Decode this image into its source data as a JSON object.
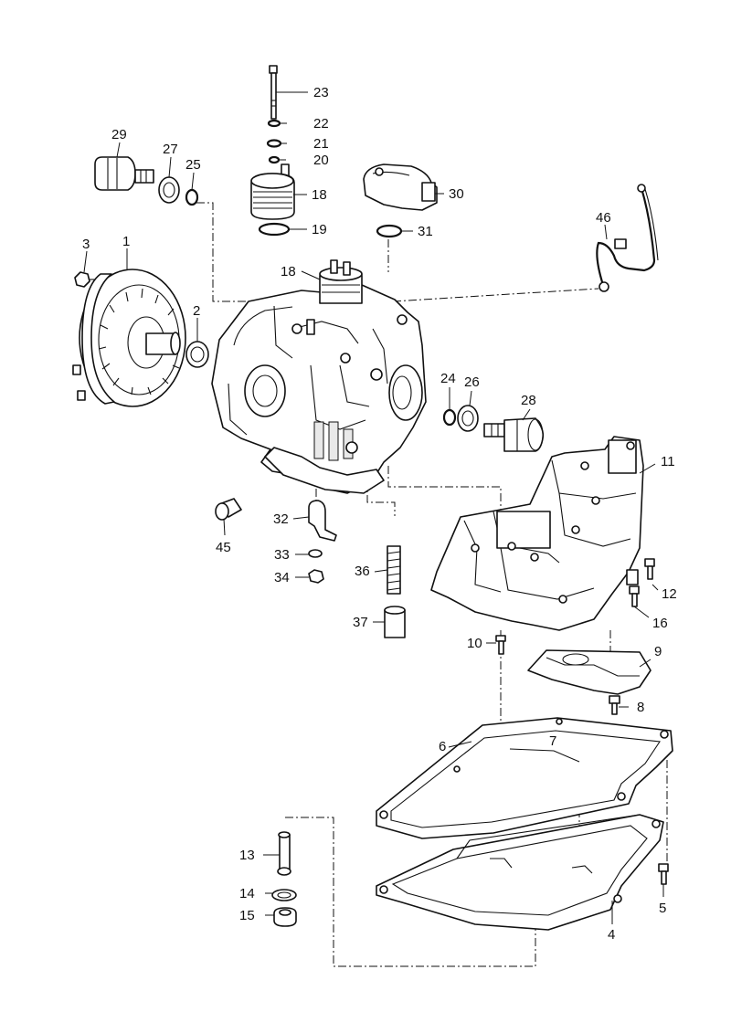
{
  "diagram": {
    "callouts": [
      {
        "id": "1",
        "label": "1"
      },
      {
        "id": "2",
        "label": "2"
      },
      {
        "id": "3",
        "label": "3"
      },
      {
        "id": "4",
        "label": "4"
      },
      {
        "id": "5",
        "label": "5"
      },
      {
        "id": "6",
        "label": "6"
      },
      {
        "id": "7",
        "label": "7"
      },
      {
        "id": "8",
        "label": "8"
      },
      {
        "id": "9",
        "label": "9"
      },
      {
        "id": "10",
        "label": "10"
      },
      {
        "id": "11",
        "label": "11"
      },
      {
        "id": "12",
        "label": "12"
      },
      {
        "id": "13",
        "label": "13"
      },
      {
        "id": "14",
        "label": "14"
      },
      {
        "id": "15",
        "label": "15"
      },
      {
        "id": "16",
        "label": "16"
      },
      {
        "id": "18a",
        "label": "18"
      },
      {
        "id": "18b",
        "label": "18"
      },
      {
        "id": "19",
        "label": "19"
      },
      {
        "id": "20",
        "label": "20"
      },
      {
        "id": "21",
        "label": "21"
      },
      {
        "id": "22",
        "label": "22"
      },
      {
        "id": "23",
        "label": "23"
      },
      {
        "id": "24",
        "label": "24"
      },
      {
        "id": "25",
        "label": "25"
      },
      {
        "id": "26",
        "label": "26"
      },
      {
        "id": "27",
        "label": "27"
      },
      {
        "id": "28",
        "label": "28"
      },
      {
        "id": "29",
        "label": "29"
      },
      {
        "id": "30",
        "label": "30"
      },
      {
        "id": "31",
        "label": "31"
      },
      {
        "id": "32",
        "label": "32"
      },
      {
        "id": "33",
        "label": "33"
      },
      {
        "id": "34",
        "label": "34"
      },
      {
        "id": "36",
        "label": "36"
      },
      {
        "id": "37",
        "label": "37"
      },
      {
        "id": "45",
        "label": "45"
      },
      {
        "id": "46",
        "label": "46"
      }
    ]
  }
}
